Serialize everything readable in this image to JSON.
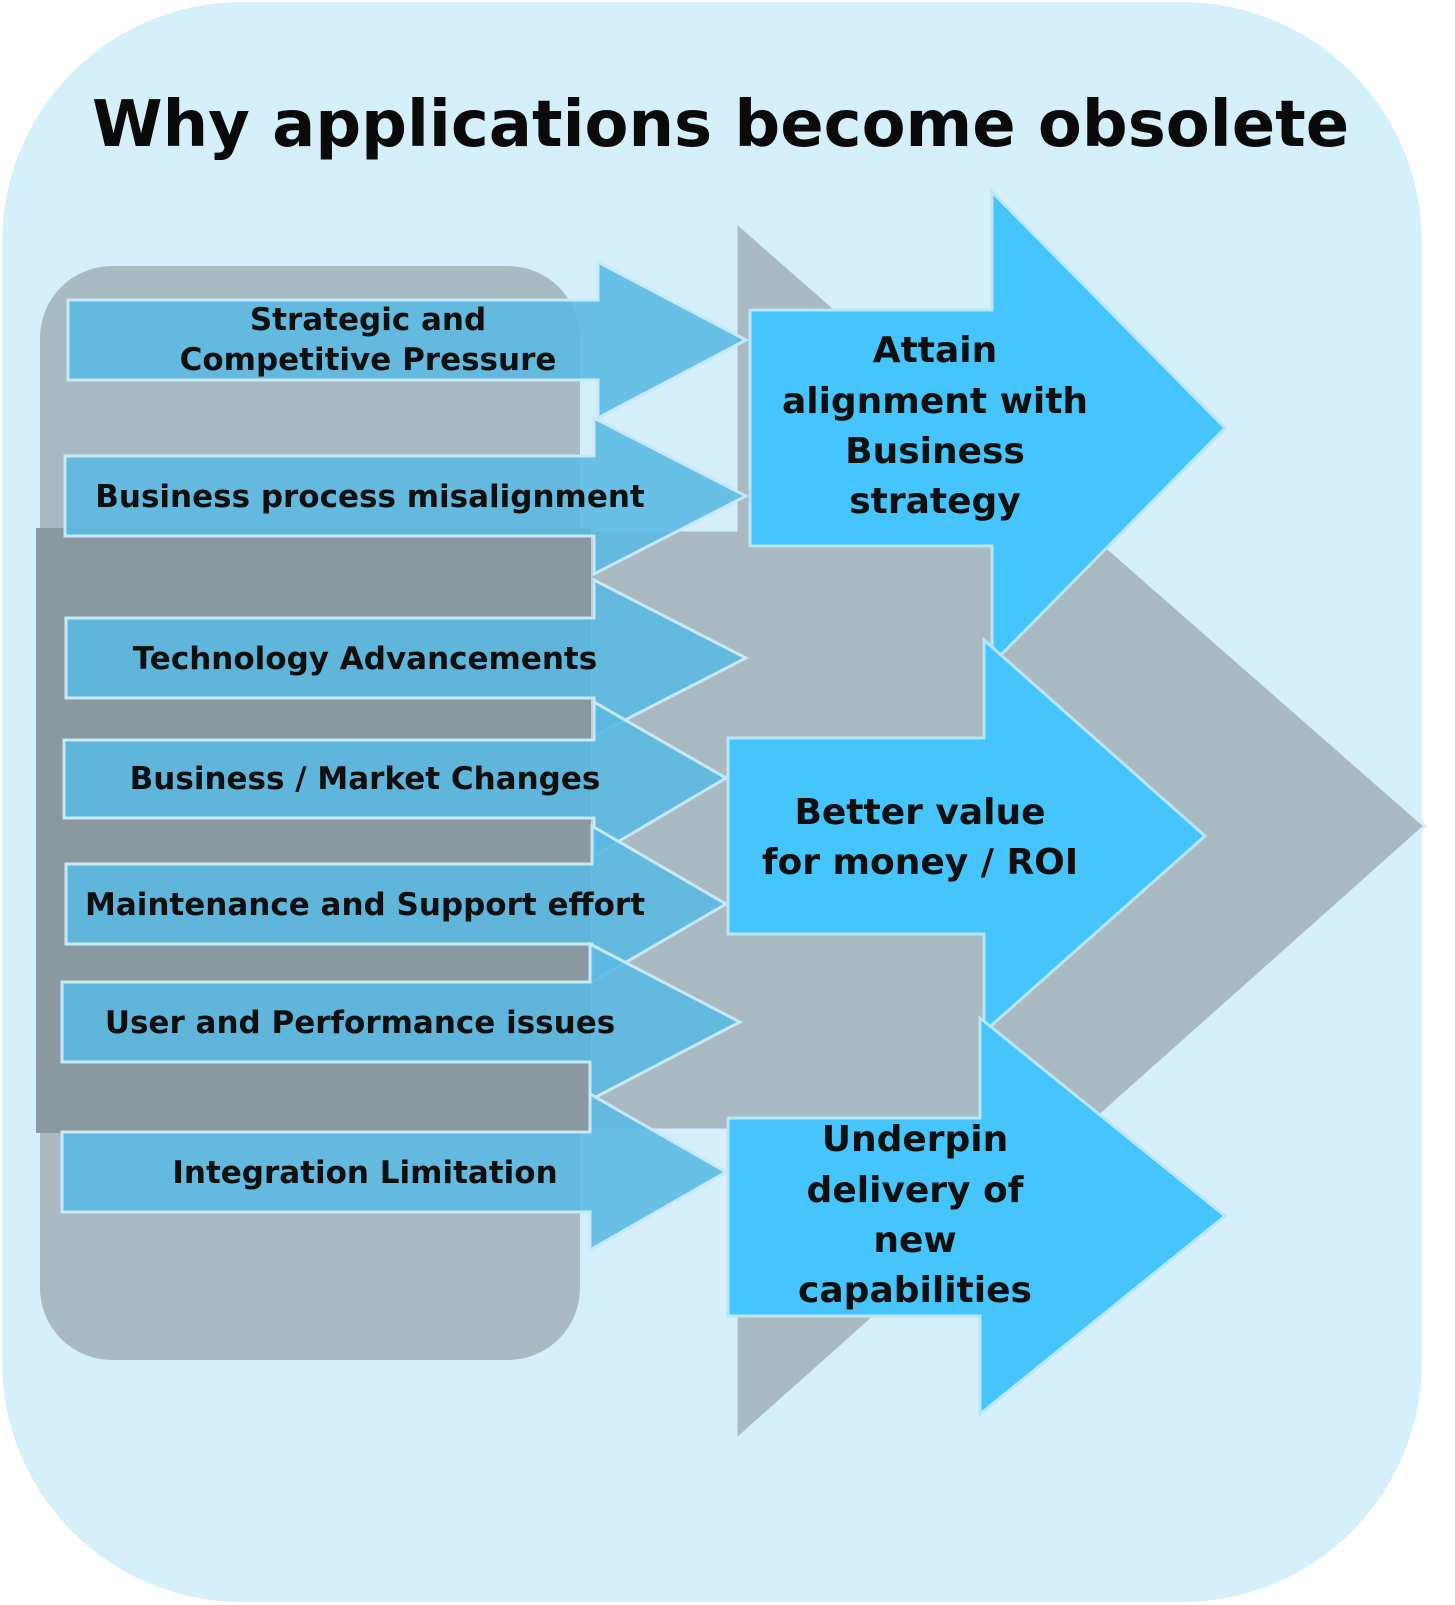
{
  "title": "Why applications become obsolete",
  "causes": [
    "Strategic and Competitive Pressure",
    "Business process misalignment",
    "Technology Advancements",
    "Business / Market Changes",
    "Maintenance and  Support effort",
    "User and Performance issues",
    "Integration Limitation"
  ],
  "outcomes": [
    "Attain alignment with Business strategy",
    "Better value for money / ROI",
    "Underpin delivery of new capabilities"
  ],
  "colors": {
    "background_panel": "#d6f0fb",
    "grey": "#a9bac3",
    "dark_grey": "#8a989f",
    "cause_arrow": "#5ab8e2",
    "outcome_arrow": "#45c5fb"
  }
}
